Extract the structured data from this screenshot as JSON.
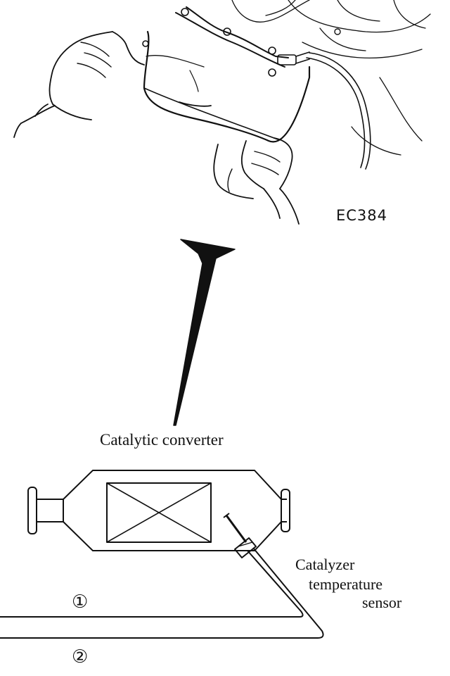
{
  "figure": {
    "code": "EC384"
  },
  "converter": {
    "title": "Catalytic converter"
  },
  "sensor": {
    "line1": "Catalyzer",
    "line2": "temperature",
    "line3": "sensor"
  },
  "leads": {
    "one": "①",
    "two": "②"
  },
  "colors": {
    "ink": "#111111",
    "paper": "#ffffff"
  }
}
